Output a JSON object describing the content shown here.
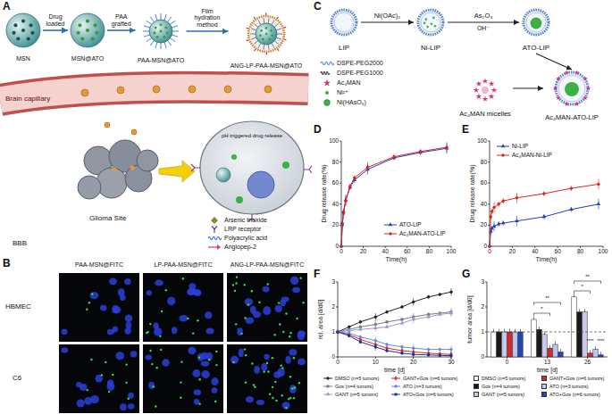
{
  "diagram": {
    "nodes": [
      {
        "text": [
          "MSN"
        ]
      },
      {
        "text": [
          "MSN@ATO"
        ]
      },
      {
        "text": [
          "PAA-MSN@ATO"
        ]
      },
      {
        "text": [
          "ANG-LP-PAA-MSN@ATO"
        ]
      },
      {
        "text": [
          "LIP"
        ]
      },
      {
        "text": [
          "Ni-LIP"
        ]
      },
      {
        "text": [
          "ATO-LIP"
        ]
      },
      {
        "text": [
          "Ac₄MAN micelles"
        ]
      },
      {
        "text": [
          "Ac₄MAN-ATO-LIP"
        ]
      }
    ],
    "edges": [
      {
        "from": 0,
        "to": 1,
        "arrow": "to",
        "label": "Drug loaded"
      },
      {
        "from": 1,
        "to": 2,
        "arrow": "to",
        "label": "PAA grafted"
      },
      {
        "from": 2,
        "to": 3,
        "arrow": "to",
        "label": "Film hydration method"
      },
      {
        "from": 4,
        "to": 5,
        "arrow": "to",
        "label": "Ni(OAc)₂"
      },
      {
        "from": 5,
        "to": 6,
        "arrow": "to",
        "label": "As₂O₃"
      },
      {
        "from": 6,
        "to": 8,
        "arrow": "to"
      },
      {
        "from": 7,
        "to": 8,
        "arrow": "to"
      }
    ],
    "labels": [
      "A",
      "B",
      "C",
      "D",
      "E",
      "F",
      "G",
      "Brain capillary",
      "BBB",
      "Glioma Site",
      "pH triggered drug release",
      "PAA-MSN@FITC",
      "LP-PAA-MSN@FITC",
      "ANG-LP-PAA-MSN@FITC",
      "HBMEC",
      "C6",
      "OH⁻",
      "0",
      "20",
      "40",
      "60",
      "80",
      "100",
      "0",
      "20",
      "40",
      "60",
      "80",
      "100",
      "Drug release rate(%)",
      "Time(h)",
      "0",
      "20",
      "40",
      "60",
      "80",
      "100",
      "0",
      "20",
      "40",
      "60",
      "80",
      "100",
      "Drug release rate(%)",
      "Time(h)",
      "0",
      "1",
      "2",
      "3",
      "0",
      "10",
      "20",
      "30",
      "rel. area [d/d0]",
      "time [d]",
      "0",
      "1",
      "2",
      "3",
      "0",
      "13",
      "26",
      "tumor area [d/d0]",
      "time [d]",
      "*",
      "**",
      "**",
      "*",
      "****",
      "****"
    ],
    "legend": [
      {
        "text": "Arsenic trioxide"
      },
      {
        "text": "LRP receptor"
      },
      {
        "text": "Polyacrylic acid"
      },
      {
        "text": "Angiopep-2"
      },
      {
        "text": "DSPE-PEG2000"
      },
      {
        "text": "DSPE-PEG1000"
      },
      {
        "text": "Ac₄MAN"
      },
      {
        "text": "Ni²⁺"
      },
      {
        "text": "Ni(HAsO₃)"
      },
      {
        "text": "ATO-LIP"
      },
      {
        "text": "Ac₄MAN-ATO-LIP"
      },
      {
        "text": "Ni-LIP"
      },
      {
        "text": "Ac₄MAN-Ni-LIP"
      },
      {
        "text": "DMSO (n=5 tumors)"
      },
      {
        "text": "Gos (n=4 tumors)"
      },
      {
        "text": "GANT (n=5 tumors)"
      },
      {
        "text": "GANT+Gos (n=6 tumors)"
      },
      {
        "text": "ATO (n=3 tumors)"
      },
      {
        "text": "ATO+Gos (n=6 tumors)"
      },
      {
        "text": "DMSO (n=5 tumors)",
        "color": "#ffffff"
      },
      {
        "text": "Gos (n=4 tumors)",
        "color": "#1a1a1a"
      },
      {
        "text": "GANT (n=5 tumors)",
        "color": "#c9c9ee"
      },
      {
        "text": "GANT+Gos (n=6 tumors)",
        "color": "#d42a2a"
      },
      {
        "text": "ATO (n=3 tumors)",
        "color": "#b9c8f0"
      },
      {
        "text": "ATO+Gos (n=6 tumors)",
        "color": "#2646b8"
      }
    ]
  }
}
